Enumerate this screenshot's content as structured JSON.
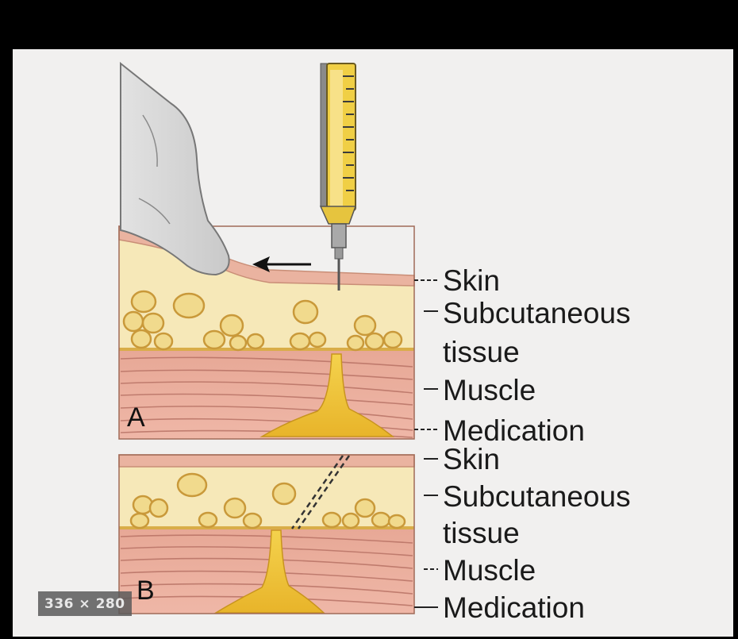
{
  "panels": [
    {
      "letter": "A",
      "labels": [
        "Skin",
        "Subcutaneous",
        "tissue",
        "Muscle",
        "Medication"
      ]
    },
    {
      "letter": "B",
      "labels": [
        "Skin",
        "Subcutaneous",
        "tissue",
        "Muscle",
        "Medication"
      ]
    }
  ],
  "image_size_badge": "336 × 280",
  "colors": {
    "background": "#f1f0ef",
    "skin": "#eab6a3",
    "fat": "#f6e7b4",
    "fat_globule": "#f2dc8f",
    "muscle": "#e9a998",
    "medication": "#f1c33f",
    "syringe_barrel": "#f1d24a",
    "glove": "#d5d5d5"
  }
}
